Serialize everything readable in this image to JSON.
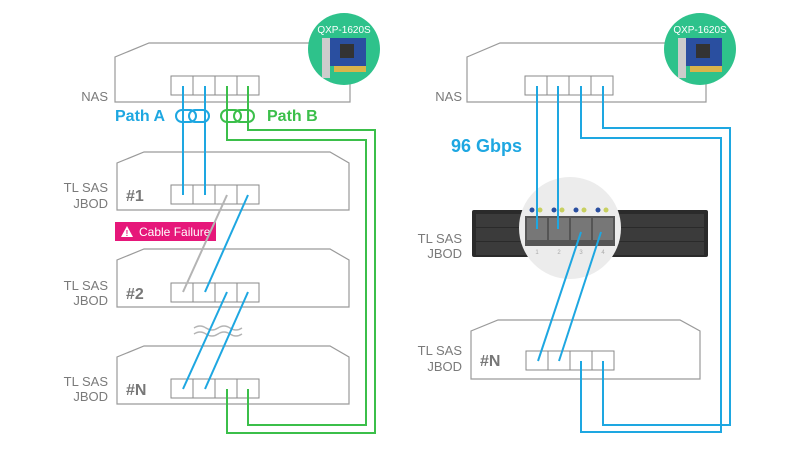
{
  "colors": {
    "path_a": "#1ea7e1",
    "path_b": "#3bbf4a",
    "failure": "#e6177a",
    "card_bg": "#2ec28b",
    "outline": "#9a9a9a"
  },
  "left": {
    "card_label": "QXP-1620S",
    "nas_label": "NAS",
    "path_a": "Path A",
    "path_b": "Path B",
    "jbods": [
      {
        "label_line1": "TL SAS",
        "label_line2": "JBOD",
        "id": "#1"
      },
      {
        "label_line1": "TL SAS",
        "label_line2": "JBOD",
        "id": "#2"
      },
      {
        "label_line1": "TL SAS",
        "label_line2": "JBOD",
        "id": "#N"
      }
    ],
    "failure_badge": {
      "icon": "warning-icon",
      "text": "Cable Failure"
    }
  },
  "right": {
    "card_label": "QXP-1620S",
    "nas_label": "NAS",
    "speed": "96 Gbps",
    "rack_jbod": {
      "label_line1": "TL SAS",
      "label_line2": "JBOD",
      "port_numbers": [
        "1",
        "2",
        "3",
        "4"
      ]
    },
    "jbod_n": {
      "label_line1": "TL SAS",
      "label_line2": "JBOD",
      "id": "#N"
    }
  }
}
